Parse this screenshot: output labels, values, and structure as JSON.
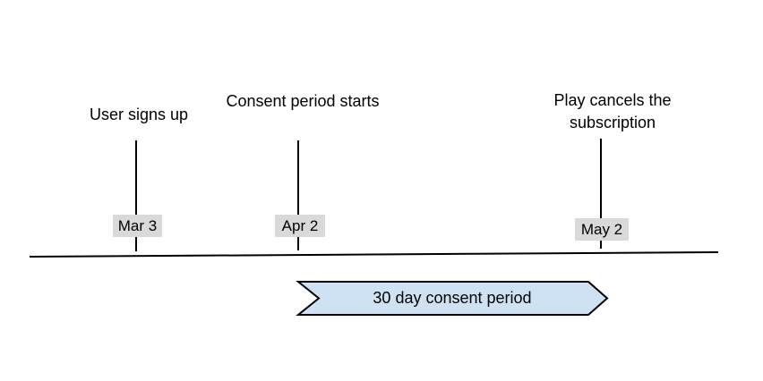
{
  "diagram": {
    "type": "timeline",
    "background": "#ffffff"
  },
  "events": [
    {
      "label": "User signs up",
      "date": "Mar 3"
    },
    {
      "label": "Consent period starts",
      "date": "Apr 2"
    },
    {
      "label": "Play cancels the subscription",
      "date": "May 2"
    }
  ],
  "banner": {
    "label": "30 day consent period",
    "fill": "#cfe2f3",
    "border": "#000000"
  },
  "colors": {
    "date_chip_background": "#d9d9d9",
    "line": "#000000",
    "text": "#000000"
  }
}
